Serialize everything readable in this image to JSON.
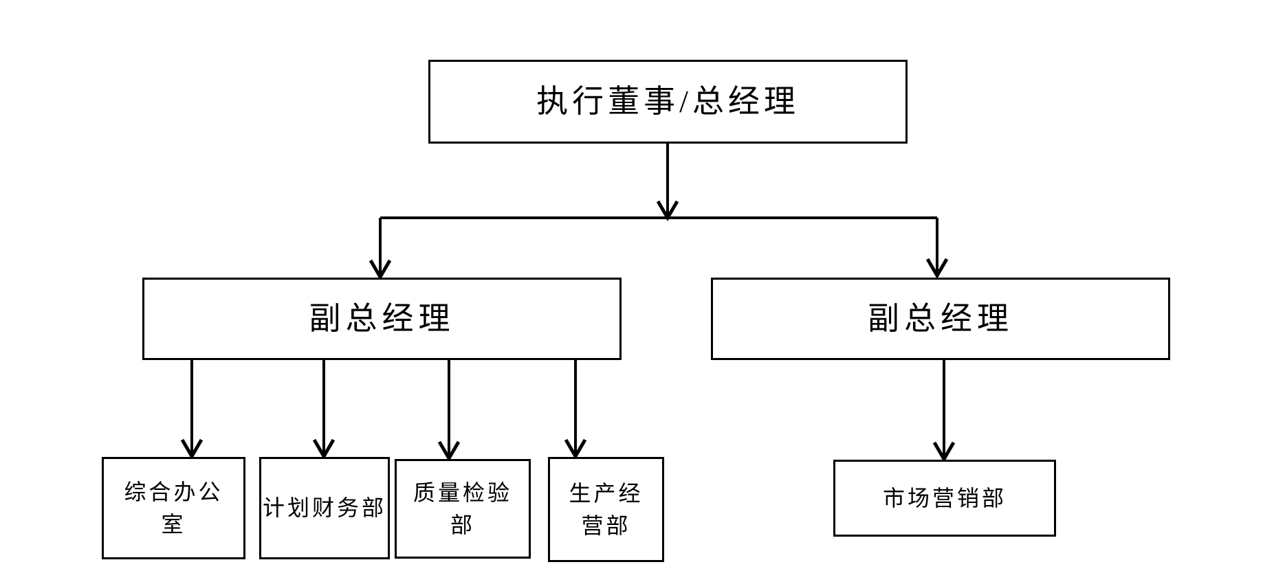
{
  "page": {
    "background_color": "#ffffff",
    "line_color": "#000000",
    "box_fill_color": "#ffffff",
    "text_color": "#000000"
  },
  "diagram": {
    "type": "org-chart",
    "nodes": {
      "root": {
        "label": "执行董事/总经理",
        "level": 1
      },
      "deputy_left": {
        "label": "副总经理",
        "level": 2
      },
      "deputy_right": {
        "label": "副总经理",
        "level": 2
      },
      "general_office": {
        "label": "综合办公\n室",
        "level": 3
      },
      "planning_finance": {
        "label": "计划财务部",
        "level": 3
      },
      "quality_inspection": {
        "label": "质量检验\n部",
        "level": 3
      },
      "production_operation": {
        "label": "生产经\n营部",
        "level": 3
      },
      "marketing": {
        "label": "市场营销部",
        "level": 3
      }
    },
    "edges": [
      {
        "from": "root",
        "to": "deputy_left"
      },
      {
        "from": "root",
        "to": "deputy_right"
      },
      {
        "from": "deputy_left",
        "to": "general_office"
      },
      {
        "from": "deputy_left",
        "to": "planning_finance"
      },
      {
        "from": "deputy_left",
        "to": "quality_inspection"
      },
      {
        "from": "deputy_left",
        "to": "production_operation"
      },
      {
        "from": "deputy_right",
        "to": "marketing"
      }
    ]
  }
}
